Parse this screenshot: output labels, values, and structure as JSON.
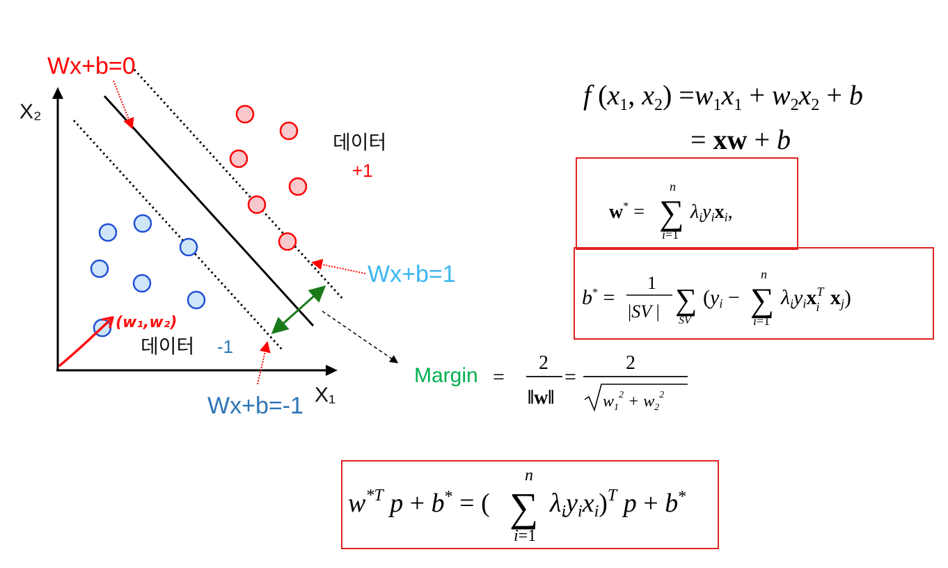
{
  "diagram": {
    "labels": {
      "hyperplane": "Wx+b=0",
      "positive_margin": "Wx+b=1",
      "negative_margin": "Wx+b=-1",
      "x1_axis": "X₁",
      "x2_axis": "X₂",
      "positive_class_title": "데이터",
      "positive_class_value": "+1",
      "negative_class_title": "데이터",
      "negative_class_value": "-1",
      "weight_vector": "(w₁,w₂)",
      "margin_label": "Margin"
    },
    "colors": {
      "hyperplane_label": "#ff0000",
      "positive_margin_label": "#3cb6f0",
      "negative_margin_label": "#2e75b6",
      "margin_label": "#00b050",
      "positive_point_fill": "#f8c8cc",
      "positive_point_stroke": "#ff0000",
      "negative_point_fill": "#cfe6f8",
      "negative_point_stroke": "#1f4fd6",
      "margin_arrow": "#1a7a1a",
      "formula_box": "#e02020"
    },
    "icons": [
      "positive-point-circle",
      "negative-point-circle",
      "arrow-icon"
    ]
  },
  "formulas": {
    "decision_function_line1": "f(x₁, x₂) = w₁x₁ + w₂x₂ + b",
    "decision_function_line2": "= xw + b",
    "w_star": "w* = Σ_{i=1}^{n} λᵢyᵢxᵢ,",
    "b_star": "b* = 1/|SV| Σ_SV (yᵢ − Σ_{i=1}^{n} λᵢyᵢxᵢᵀxⱼ)",
    "margin": "= 2/‖w‖ = 2/√(w₁² + w₂²)",
    "prediction": "w*ᵀp + b* = (Σ_{i=1}^{n} λᵢyᵢxᵢ)ᵀp + b*"
  }
}
